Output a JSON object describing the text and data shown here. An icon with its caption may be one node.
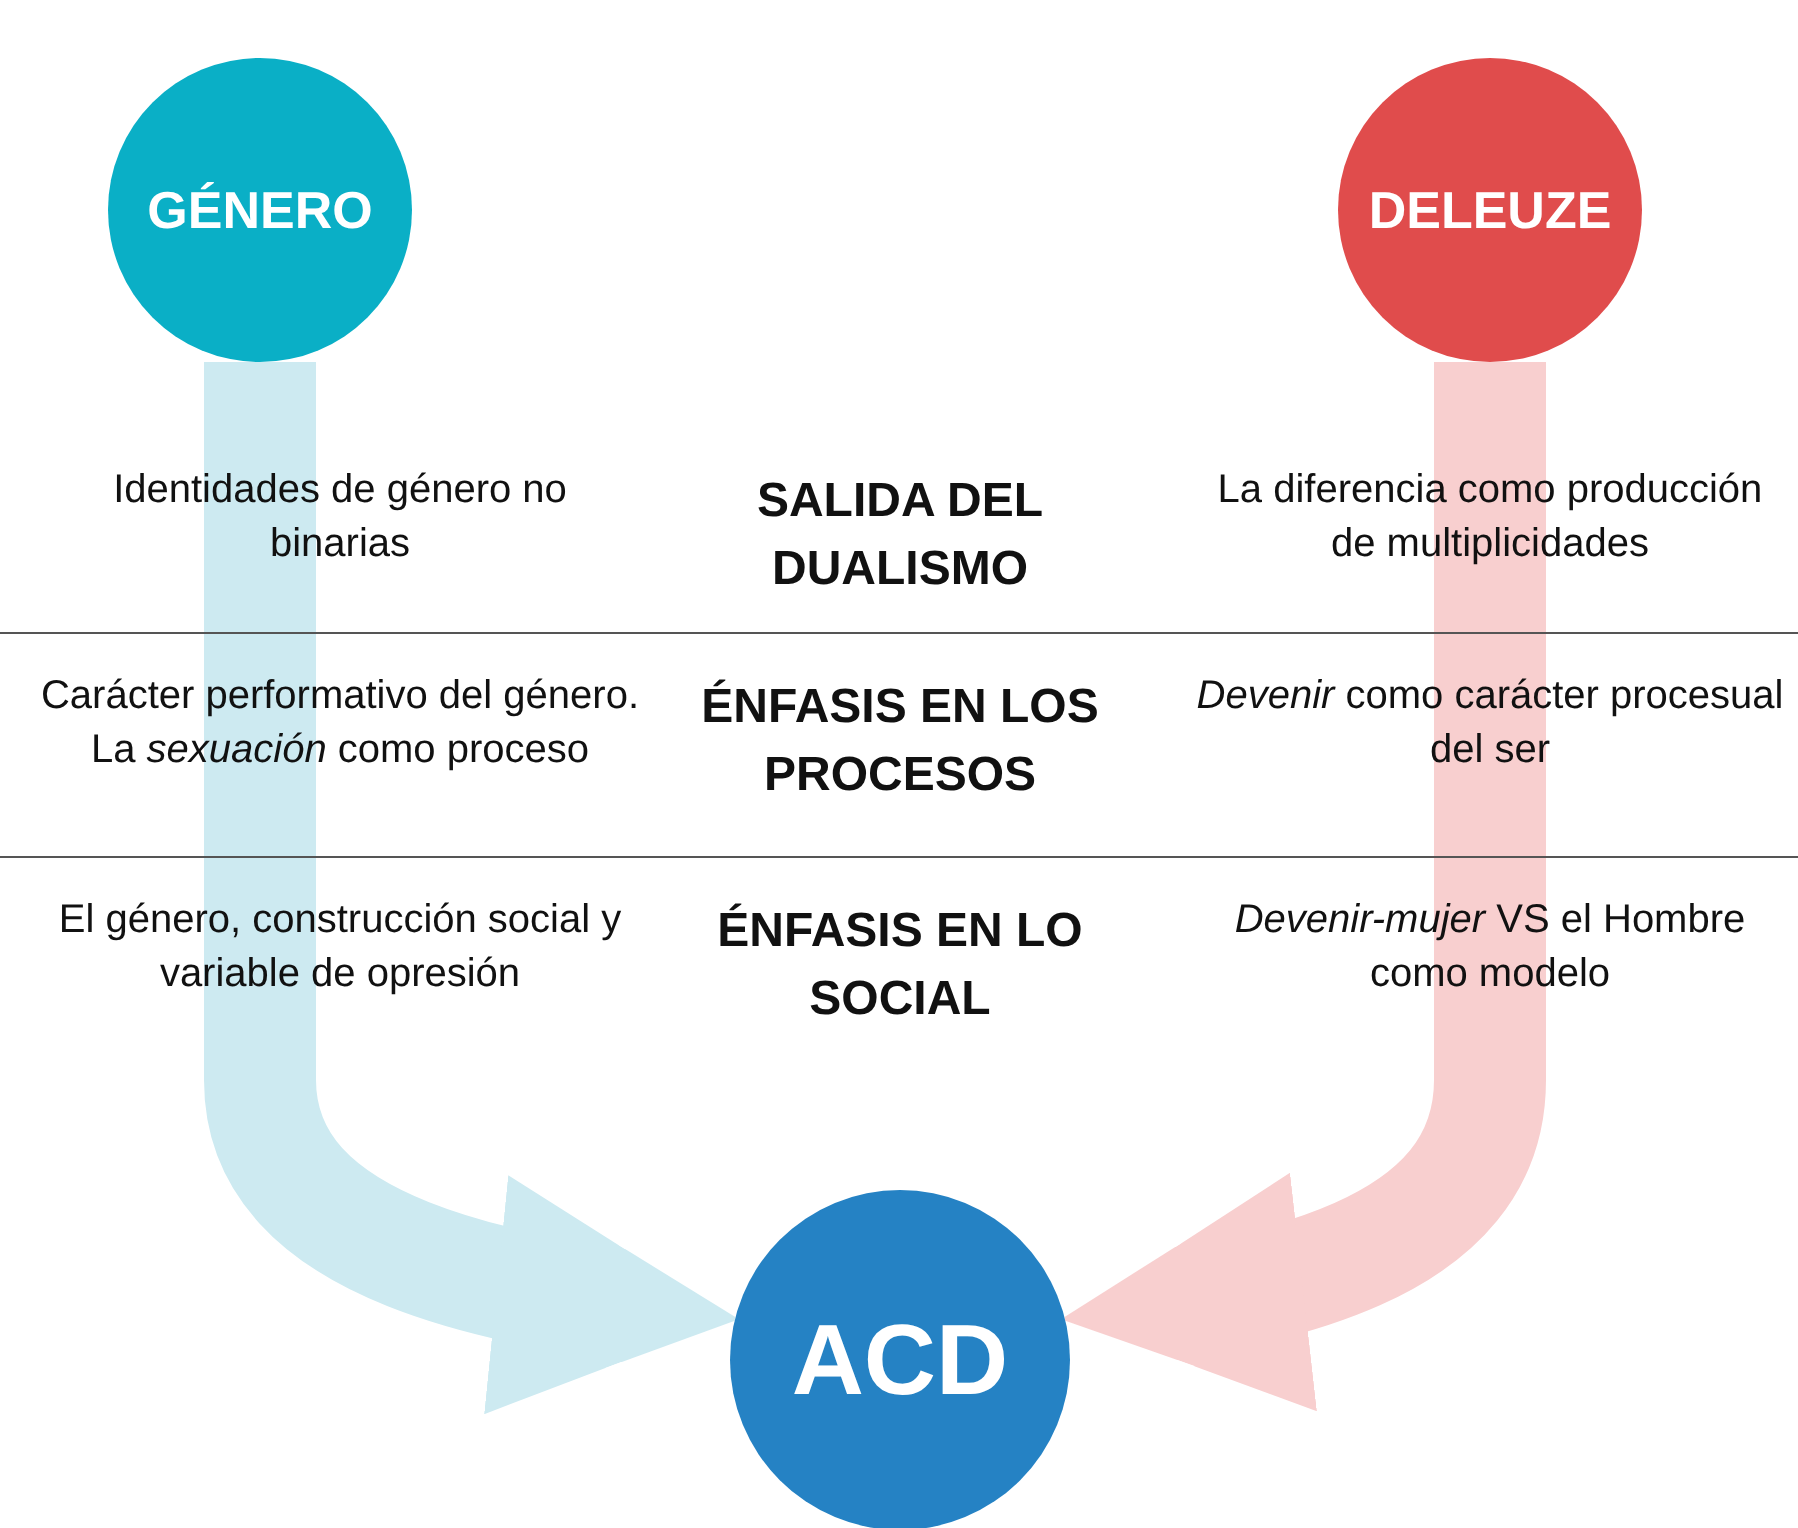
{
  "diagram": {
    "nodes": [
      {
        "text": [
          "GÉNERO"
        ]
      },
      {
        "text": [
          "DELEUZE"
        ]
      },
      {
        "text": [
          "ACD"
        ]
      }
    ],
    "edges": [
      {
        "from": 0,
        "to": 2,
        "arrow": "to",
        "color": "#cdeaf1"
      },
      {
        "from": 1,
        "to": 2,
        "arrow": "to",
        "color": "#f8cfcf"
      }
    ],
    "labels": [
      "Identidades de género no binarias",
      "SALIDA DEL DUALISMO",
      "La diferencia como producción de multiplicidades",
      "Carácter performativo del género. La *sexuación* como proceso",
      "ÉNFASIS EN LOS PROCESOS",
      "*Devenir* como carácter procesual del ser",
      "El género, construcción social y variable de opresión",
      "ÉNFASIS EN LO SOCIAL",
      "*Devenir-mujer* VS el Hombre como modelo"
    ]
  }
}
